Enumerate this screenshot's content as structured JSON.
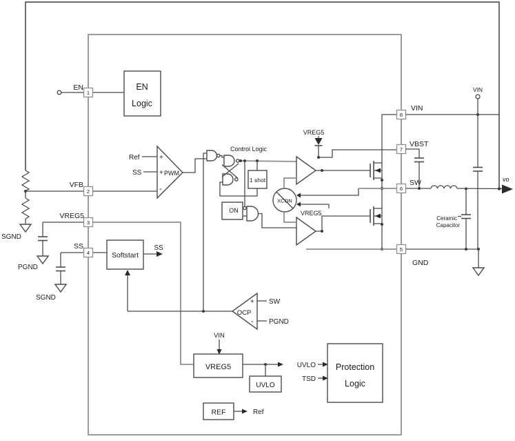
{
  "colors": {
    "wire": "#4a4a4a",
    "rail": "#8f8f8f",
    "text": "#1a1a1a"
  },
  "terminals": {
    "vin": "VIN",
    "vo": "vo"
  },
  "ic": {
    "pins_left": [
      {
        "num": "1",
        "name": "EN"
      },
      {
        "num": "2",
        "name": "VFB"
      },
      {
        "num": "3",
        "name": "VREG5"
      },
      {
        "num": "4",
        "name": "SS"
      }
    ],
    "pins_right": [
      {
        "num": "8",
        "name": "VIN"
      },
      {
        "num": "7",
        "name": "VBST"
      },
      {
        "num": "6",
        "name": "SW"
      },
      {
        "num": "5",
        "name": "GND"
      }
    ]
  },
  "blocks": {
    "en_logic": {
      "line1": "EN",
      "line2": "Logic"
    },
    "softstart": "Softstart",
    "control_logic_title": "Control Logic",
    "one_shot": "1 shot",
    "on_gate": "ON",
    "xcon": "XCON",
    "vreg5": "VREG5",
    "uvlo": "UVLO",
    "protection": {
      "line1": "Protection",
      "line2": "Logic"
    },
    "ref": "REF"
  },
  "comparators": {
    "pwm": {
      "label": "PWM",
      "plus": "+",
      "minus": "-",
      "in_ref": "Ref",
      "in_ss": "SS"
    },
    "ocp": {
      "label": "OCP",
      "plus": "+",
      "minus": "-",
      "in_sw": "SW",
      "in_pgnd": "PGND"
    }
  },
  "signals": {
    "ss_out": "SS",
    "ref_out": "Ref",
    "uvlo_in": "UVLO",
    "tsd_in": "TSD",
    "vreg5_boot": "VREG5",
    "vreg5_drv": "VREG5",
    "vin_to_vreg5": "VIN"
  },
  "grounds": {
    "sgnd_fb": "SGND",
    "pgnd": "PGND",
    "sgnd_ss": "SGND"
  },
  "notes": {
    "cap_line1": "Ceramic",
    "cap_line2": "Capacitor"
  }
}
